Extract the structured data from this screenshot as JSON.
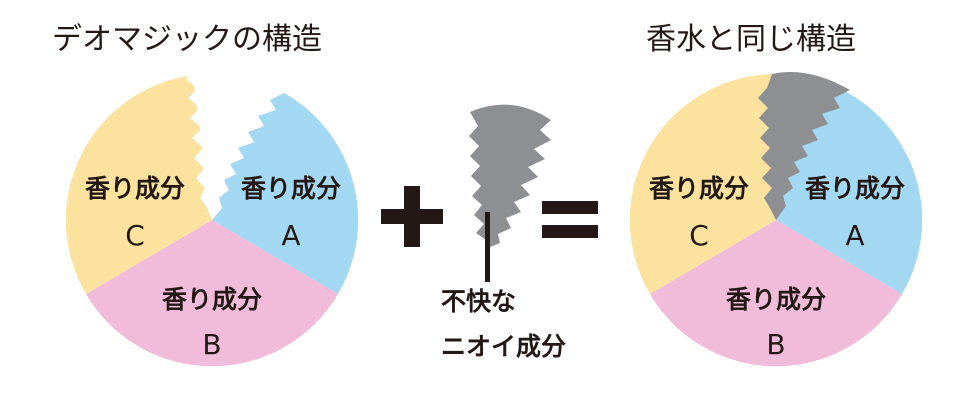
{
  "left_heading": "デオマジックの構造",
  "right_heading": "香水と同じ構造",
  "fragrance_label": "香り成分",
  "left_pie": {
    "components": [
      {
        "label": "香り成分",
        "letter": "A"
      },
      {
        "label": "香り成分",
        "letter": "B"
      },
      {
        "label": "香り成分",
        "letter": "C"
      }
    ]
  },
  "right_pie": {
    "components": [
      {
        "label": "香り成分",
        "letter": "A"
      },
      {
        "label": "香り成分",
        "letter": "B"
      },
      {
        "label": "香り成分",
        "letter": "C"
      }
    ]
  },
  "odor_caption": {
    "line1": "不快な",
    "line2": "ニオイ成分"
  },
  "operators": {
    "plus": "+",
    "equals": "="
  },
  "colors": {
    "component_a": "#a3d8f2",
    "component_b": "#f1bcd9",
    "component_c": "#fbe29e",
    "odor": "#8e8f93",
    "text": "#231815"
  }
}
